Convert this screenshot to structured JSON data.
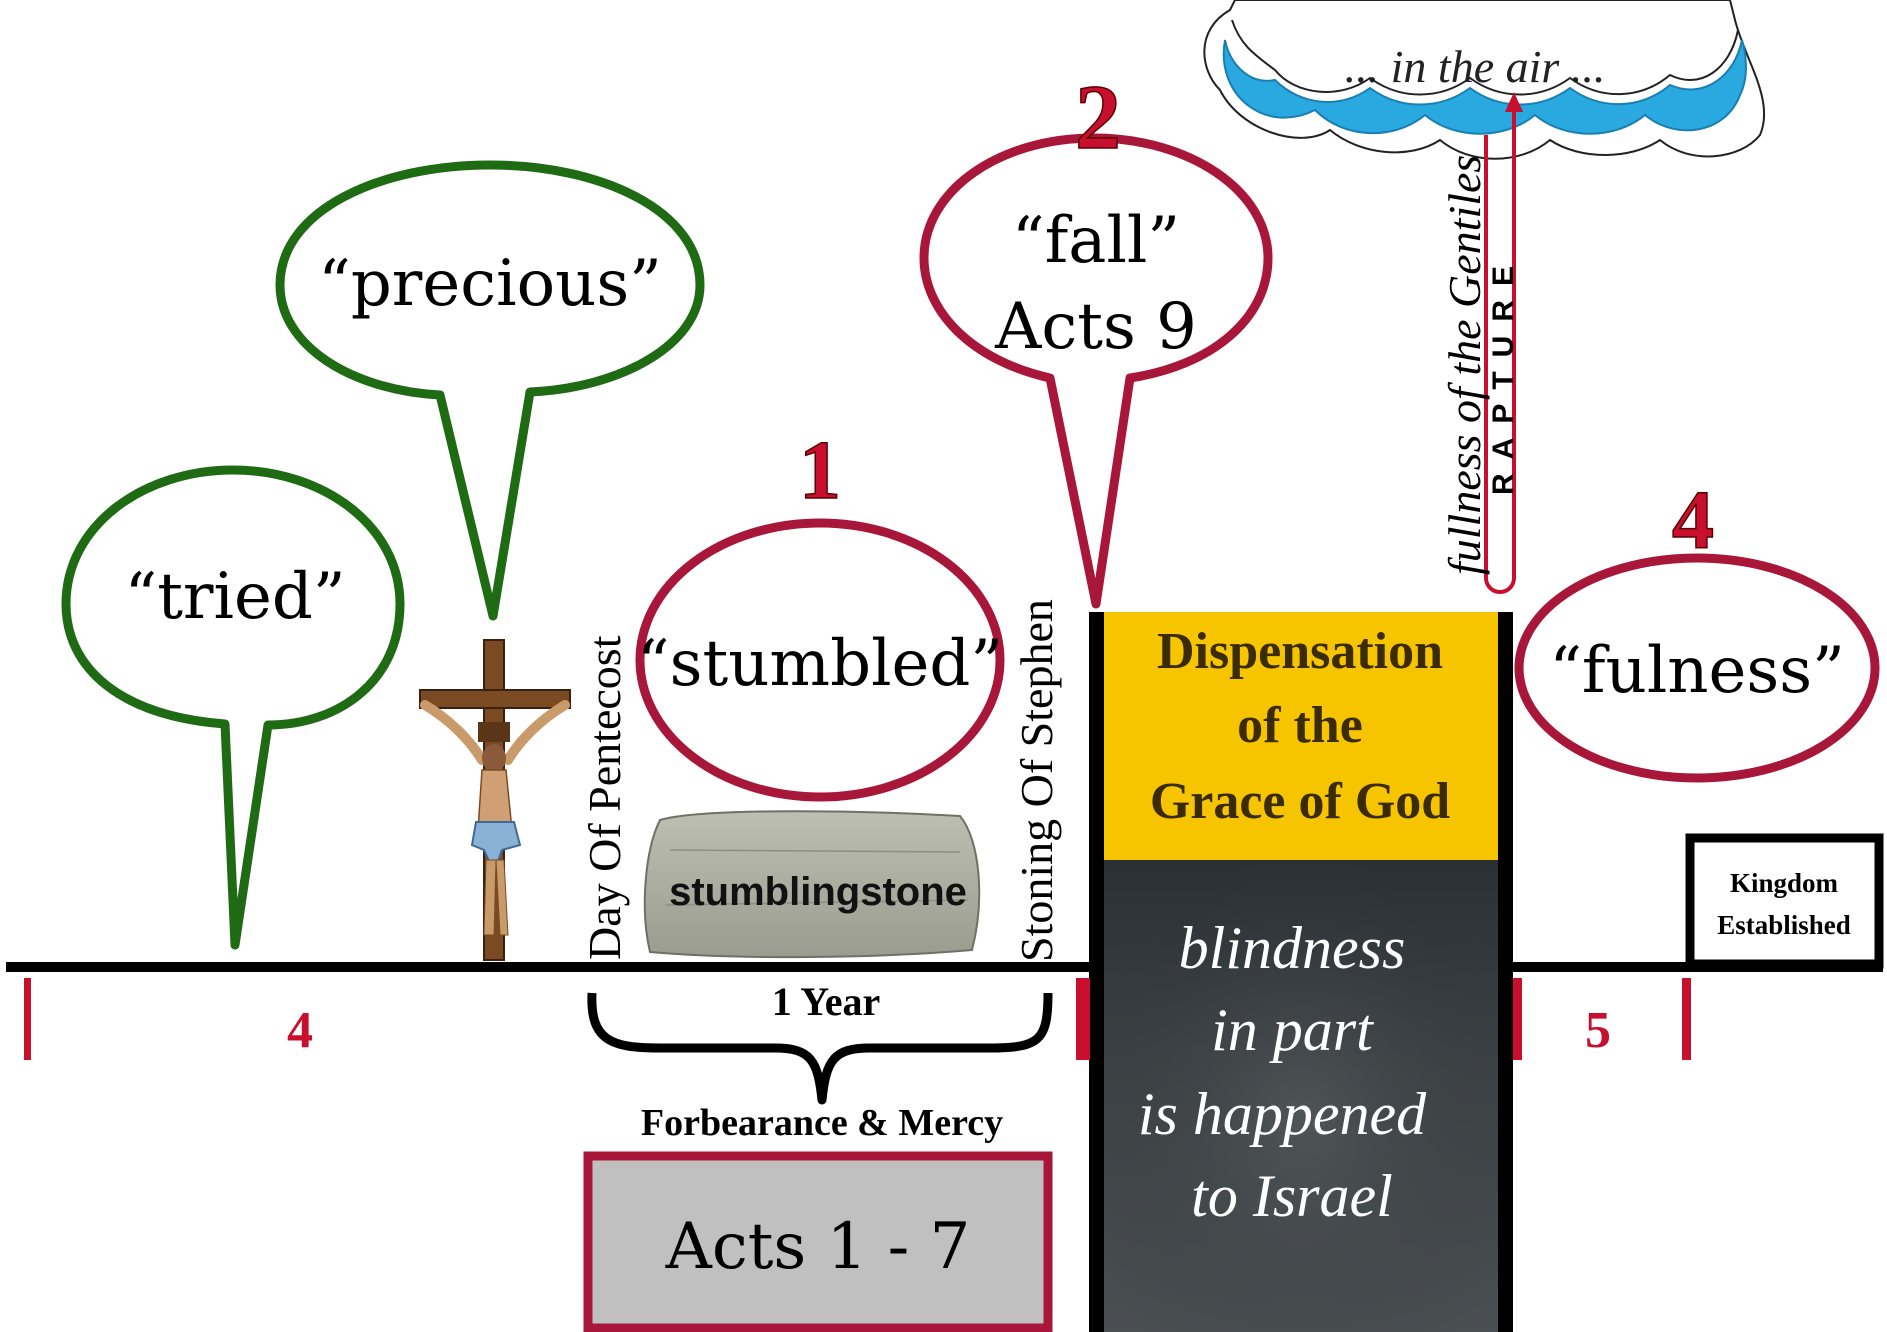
{
  "bubbles": {
    "tried": "“tried”",
    "precious": "“precious”",
    "stumbled": "“stumbled”",
    "fall": "“fall”",
    "fall_ref": "Acts 9",
    "fulness": "“fulness”"
  },
  "numbers": {
    "stumbled": "1",
    "fall": "2",
    "fulness": "4"
  },
  "cloud_text": "... in the air ...",
  "rapture_label": "RAPTURE",
  "gentiles_label": "fullness of the Gentiles",
  "vertical_labels": {
    "pentecost": "Day Of Pentecost",
    "stephen": "Stoning Of Stephen"
  },
  "stone_label": "stumblingstone",
  "timeline": {
    "segment_a": "4",
    "one_year": "1 Year",
    "segment_b": "5",
    "forbearance": "Forbearance & Mercy",
    "acts_box": "Acts 1 - 7"
  },
  "grace_box": {
    "line1": "Dispensation",
    "line2": "of the",
    "line3": "Grace of God"
  },
  "blindness": {
    "line1": "blindness",
    "line2": "in part",
    "line3": "is happened",
    "line4": "to Israel"
  },
  "kingdom": {
    "line1": "Kingdom",
    "line2": "Established"
  },
  "colors": {
    "green": "#1e6b14",
    "crimson": "#a8173a",
    "red_mark": "#c8102e",
    "gold": "#f7c400",
    "sky": "#29a9df",
    "dark": "#2c3033"
  }
}
